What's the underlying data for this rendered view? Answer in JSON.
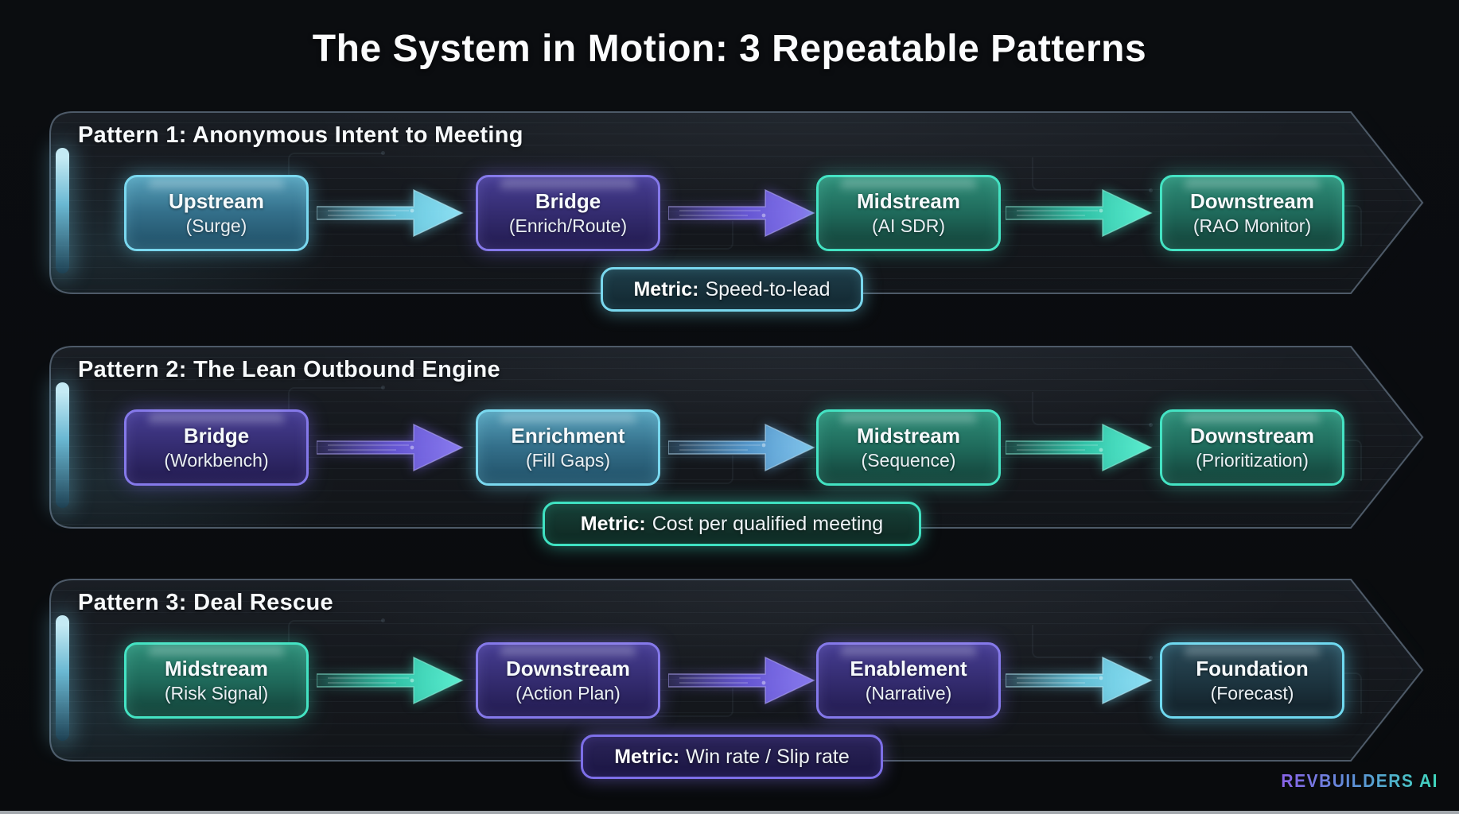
{
  "title": "The System in Motion: 3 Repeatable Patterns",
  "brand": {
    "logo": "REVBUILDERS AI"
  },
  "colors": {
    "background": "#0b0d10",
    "panel_border": "#4e5a68",
    "cyan": "#6fd3ec",
    "teal": "#37d6b8",
    "purple": "#7b6fe8",
    "blue": "#5aa3dc",
    "logo_gradient": [
      "#8a63e8",
      "#3fd9bd"
    ]
  },
  "patterns": [
    {
      "heading": "Pattern 1: Anonymous Intent to Meeting",
      "nodes": [
        {
          "title": "Upstream",
          "subtitle": "(Surge)",
          "color": "cyan"
        },
        {
          "title": "Bridge",
          "subtitle": "(Enrich/Route)",
          "color": "purple"
        },
        {
          "title": "Midstream",
          "subtitle": "(AI SDR)",
          "color": "teal"
        },
        {
          "title": "Downstream",
          "subtitle": "(RAO Monitor)",
          "color": "teal"
        }
      ],
      "arrows": [
        "cyan",
        "purple",
        "teal"
      ],
      "metric": {
        "label": "Metric:",
        "value": "Speed-to-lead",
        "color": "cyan"
      }
    },
    {
      "heading": "Pattern 2: The Lean Outbound Engine",
      "nodes": [
        {
          "title": "Bridge",
          "subtitle": "(Workbench)",
          "color": "purple"
        },
        {
          "title": "Enrichment",
          "subtitle": "(Fill Gaps)",
          "color": "cyan"
        },
        {
          "title": "Midstream",
          "subtitle": "(Sequence)",
          "color": "teal"
        },
        {
          "title": "Downstream",
          "subtitle": "(Prioritization)",
          "color": "teal"
        }
      ],
      "arrows": [
        "purple",
        "blue",
        "teal"
      ],
      "metric": {
        "label": "Metric:",
        "value": "Cost per qualified meeting",
        "color": "teal"
      }
    },
    {
      "heading": "Pattern 3: Deal Rescue",
      "nodes": [
        {
          "title": "Midstream",
          "subtitle": "(Risk Signal)",
          "color": "teal"
        },
        {
          "title": "Downstream",
          "subtitle": "(Action Plan)",
          "color": "purple"
        },
        {
          "title": "Enablement",
          "subtitle": "(Narrative)",
          "color": "purple"
        },
        {
          "title": "Foundation",
          "subtitle": "(Forecast)",
          "color": "cyan-dark"
        }
      ],
      "arrows": [
        "teal",
        "purple",
        "cyan"
      ],
      "metric": {
        "label": "Metric:",
        "value": "Win rate / Slip rate",
        "color": "purple"
      }
    }
  ]
}
